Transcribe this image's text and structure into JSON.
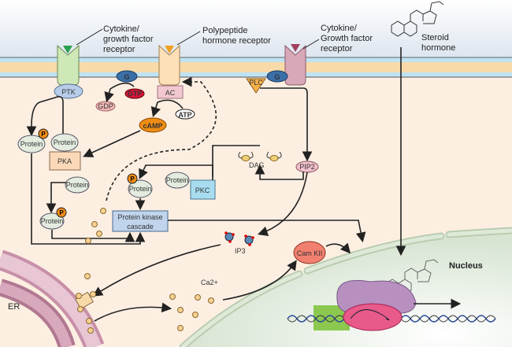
{
  "labels": {
    "receptor1": [
      "Cytokine/",
      "growth factor",
      "receptor"
    ],
    "receptor2": [
      "Polypeptide",
      "hormone receptor"
    ],
    "receptor3": [
      "Cytokine/",
      "Growth factor",
      "receptor"
    ],
    "steroid": [
      "Steroid",
      "hormone"
    ],
    "ptk": "PTK",
    "ac": "AC",
    "g": "G",
    "gtp": "GTP",
    "gdp": "GDP",
    "atp": "ATP",
    "camp": "cAMP",
    "pka": "PKA",
    "pkc": "PKC",
    "plc": "PLC",
    "pip2": "PIP2",
    "dag": "DAG",
    "protein": "Protein",
    "p": "P",
    "cascade": [
      "Protein kinase",
      "cascade"
    ],
    "ip3": "IP3",
    "ca": "Ca2+",
    "camkii": "Cam KII",
    "nucleus": "Nucleus",
    "er": "ER"
  },
  "colors": {
    "cytoplasm": "#fcefe2",
    "membrane": "#f8d9a8",
    "nucleus": "#dfe8d8",
    "g_protein": "#3a6fa8",
    "camp": "#f08c14",
    "gtp": "#d8153a"
  }
}
